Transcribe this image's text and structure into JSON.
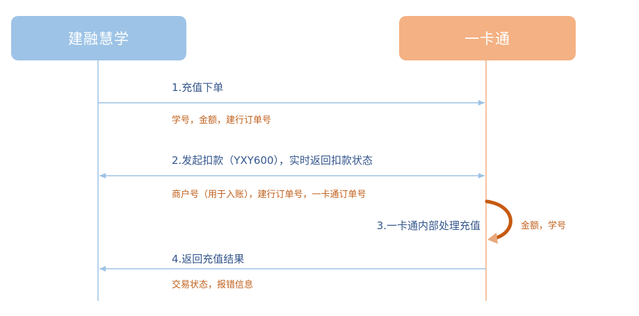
{
  "colors": {
    "left_box": "#9dc3e6",
    "right_box": "#f4b183",
    "left_lifeline": "#9dc3e6",
    "right_lifeline": "#f4b183",
    "arrow": "#9dc3e6",
    "self_arrow": "#c55a11",
    "title_text": "#34568c",
    "note_text": "#c0601c"
  },
  "participants": {
    "left": "建融慧学",
    "right": "一卡通"
  },
  "messages": [
    {
      "title": "1.充值下单",
      "note": "学号，金额，建行订单号",
      "direction": "right"
    },
    {
      "title": "2.发起扣款（YXY600），实时返回扣款状态",
      "note": "商户号（用于入账），建行订单号，一卡通订单号",
      "direction": "both"
    },
    {
      "title": "3.一卡通内部处理充值",
      "note": "金额，学号",
      "direction": "self"
    },
    {
      "title": "4.返回充值结果",
      "note": "交易状态，报错信息",
      "direction": "left"
    }
  ]
}
